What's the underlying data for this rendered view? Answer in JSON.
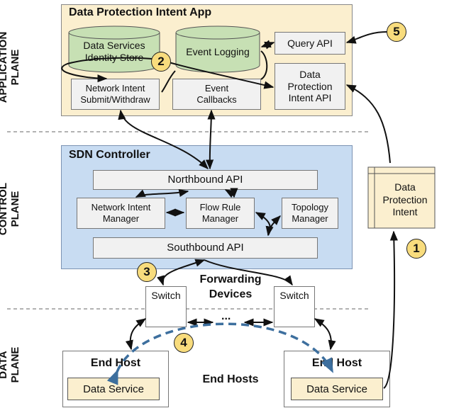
{
  "planes": {
    "application": "APPLICATION\nPLANE",
    "control": "CONTROL\nPLANE",
    "data": "DATA\nPLANE"
  },
  "app": {
    "title": "Data Protection Intent App",
    "identity_store": "Data Services\nIdentity Store",
    "event_logging": "Event Logging",
    "query_api": "Query API",
    "network_intent": "Network Intent\nSubmit/Withdraw",
    "event_callbacks": "Event\nCallbacks",
    "dp_intent_api": "Data\nProtection\nIntent API"
  },
  "controller": {
    "title": "SDN Controller",
    "northbound": "Northbound API",
    "ni_manager": "Network Intent\nManager",
    "flow_rule_manager": "Flow Rule\nManager",
    "topology_manager": "Topology\nManager",
    "southbound": "Southbound API"
  },
  "forwarding": {
    "switch_left": "Switch",
    "switch_right": "Switch",
    "label": "Forwarding\nDevices",
    "ellipsis": "..."
  },
  "hosts": {
    "left_title": "End Host",
    "right_title": "End Host",
    "left_service": "Data Service",
    "right_service": "Data Service",
    "label": "End Hosts"
  },
  "intent_doc": "Data\nProtection\nIntent",
  "badges": [
    "1",
    "2",
    "3",
    "4",
    "5"
  ],
  "colors": {
    "app_panel": "#fbefcf",
    "controller_panel": "#c8dcf2",
    "database": "#c7e0b4",
    "badge": "#f8dc7d",
    "flow_arrow": "#3d6f9e"
  }
}
